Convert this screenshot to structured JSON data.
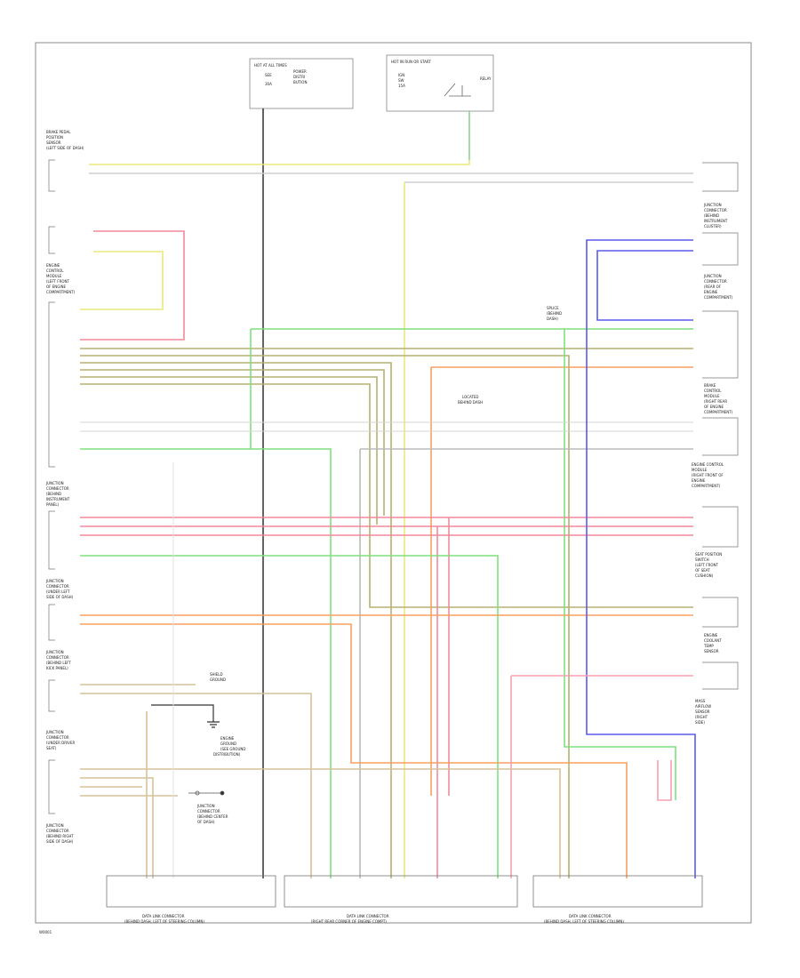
{
  "colors": {
    "yellow": "#e9e97a",
    "red": "#f08a9a",
    "orange": "#f5a060",
    "green": "#7fe07f",
    "olive": "#9a9a60",
    "blue": "#5a5af0",
    "grey": "#9a9a9a",
    "black": "#222222",
    "lightbrown": "#d7c29a"
  },
  "fuse_box_left": {
    "lines": [
      "HOT AT ALL TIMES",
      "SEE",
      "POWER",
      "DISTRI",
      "BUTION",
      "30A"
    ]
  },
  "fuse_box_right": {
    "lines": [
      "HOT IN RUN OR START",
      "IGN",
      "SW",
      "15A",
      "RELAY"
    ]
  },
  "left_components": [
    {
      "id": "c1",
      "lines": [
        "BRAKE PEDAL",
        "POSITION",
        "SENSOR",
        "(LEFT SIDE OF DASH)"
      ]
    },
    {
      "id": "c2",
      "lines": [
        "ENGINE",
        "CONTROL",
        "MODULE",
        "(LEFT FRONT",
        "OF ENGINE",
        "COMPARTMENT)"
      ]
    },
    {
      "id": "c3",
      "lines": [
        "JUNCTION",
        "CONNECTOR",
        "(BEHIND",
        "INSTRUMENT",
        "PANEL)"
      ]
    },
    {
      "id": "c4",
      "lines": [
        "JUNCTION",
        "CONNECTOR",
        "(UNDER LEFT",
        "SIDE OF DASH)"
      ]
    },
    {
      "id": "c5",
      "lines": [
        "JUNCTION",
        "CONNECTOR",
        "(BEHIND LEFT",
        "KICK PANEL)"
      ]
    },
    {
      "id": "c6",
      "lines": [
        "JUNCTION",
        "CONNECTOR",
        "(UNDER DRIVER",
        "SEAT)"
      ]
    },
    {
      "id": "c7",
      "lines": [
        "JUNCTION",
        "CONNECTOR",
        "(BEHIND RIGHT",
        "SIDE OF DASH)"
      ]
    }
  ],
  "right_components": [
    {
      "id": "r1",
      "lines": [
        "JUNCTION",
        "CONNECTOR",
        "(BEHIND",
        "INSTRUMENT",
        "CLUSTER)"
      ]
    },
    {
      "id": "r2",
      "lines": [
        "JUNCTION",
        "CONNECTOR",
        "(REAR OF",
        "ENGINE",
        "COMPARTMENT)"
      ]
    },
    {
      "id": "r3",
      "lines": [
        "BRAKE",
        "CONTROL",
        "MODULE",
        "(RIGHT REAR",
        "OF ENGINE",
        "COMPARTMENT)"
      ]
    },
    {
      "id": "r4",
      "lines": [
        "ENGINE CONTROL",
        "MODULE",
        "(RIGHT FRONT OF",
        "ENGINE",
        "COMPARTMENT)"
      ]
    },
    {
      "id": "r5",
      "lines": [
        "SEAT POSITION",
        "SWITCH",
        "(LEFT FRONT",
        "OF SEAT",
        "CUSHION)"
      ]
    },
    {
      "id": "r6",
      "lines": [
        "ENGINE",
        "COOLANT",
        "TEMP",
        "SENSOR"
      ]
    },
    {
      "id": "r7",
      "lines": [
        "MASS",
        "AIRFLOW",
        "SENSOR",
        "(RIGHT",
        "SIDE)"
      ]
    }
  ],
  "center_notes": {
    "module": [
      "LOCATED",
      "BEHIND DASH"
    ],
    "ground": [
      "ENGINE",
      "GROUND",
      "(SEE GROUND",
      "DISTRIBUTION)"
    ],
    "splice": [
      "JUNCTION",
      "CONNECTOR",
      "(BEHIND CENTER",
      "OF DASH)"
    ],
    "splice_top": [
      "SPLICE",
      "(BEHIND",
      "DASH)"
    ],
    "shield": [
      "SHIELD",
      "GROUND"
    ]
  },
  "bottom_connectors": [
    {
      "label": "DATA LINK CONNECTOR",
      "sub": "(BEHIND DASH, LEFT OF STEERING COLUMN)"
    },
    {
      "label": "DATA LINK CONNECTOR",
      "sub": "(RIGHT REAR CORNER OF ENGINE COMPT)"
    },
    {
      "label": "DATA LINK CONNECTOR",
      "sub": "(BEHIND DASH, LEFT OF STEERING COLUMN)"
    }
  ],
  "footer": {
    "code": "W0001"
  }
}
